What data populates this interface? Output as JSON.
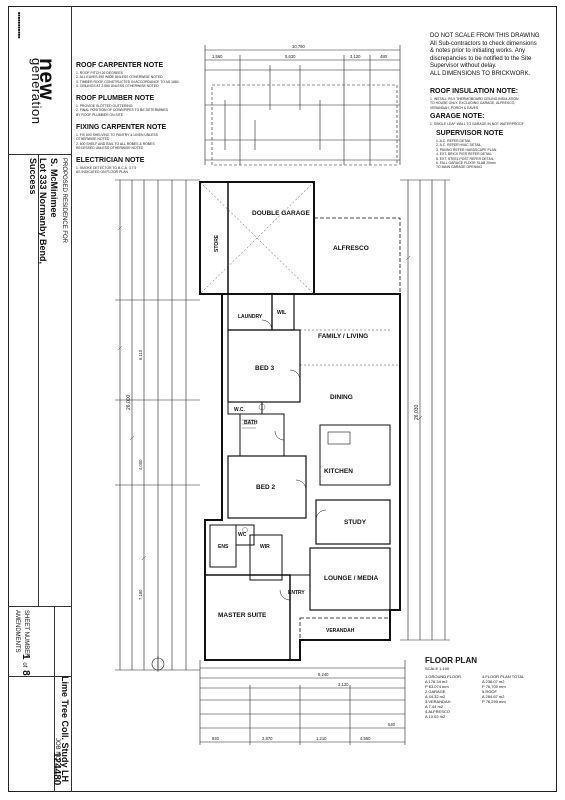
{
  "notice": {
    "lines": [
      "DO NOT SCALE FROM THIS DRAWING",
      "All Sub-contractors to check dimensions",
      "& notes prior to initiating works. Any",
      "discrepancies to be notified to the Site",
      "Supervisor without delay.",
      "ALL DIMENSIONS TO BRICKWORK."
    ]
  },
  "brand": {
    "name": "new",
    "tagline": "generation"
  },
  "project": {
    "residence_label": "PROPOSED RESIDENCE FOR",
    "client": "S. McMinimee",
    "lot": "Lot 333 Normanby Bend,",
    "suburb": "Success",
    "design": "Lime Tree Coll. Study LH",
    "sheet_label": "SHEET NUMBER",
    "sheet_no": "1",
    "sheet_of": "of",
    "sheet_total": "8",
    "job_label": "JOB NO.",
    "job_no": "124480"
  },
  "notes_left": [
    {
      "heading": "ROOF CARPENTER NOTE",
      "lines": [
        "1. ROOF PITCH 26 DEGREES",
        "2. ALL EAVES 450 WIDE UNLESS OTHERWISE NOTED",
        "3. TIMBER ROOF CONSTRUCTED IN ACCORDANCE TO AS 1684",
        "4. CEILINGS AT 2.550 UNLESS OTHERWISE NOTED"
      ]
    },
    {
      "heading": "ROOF PLUMBER NOTE",
      "lines": [
        "1. PROVIDE SLOTTED GUTTERING",
        "2. FINAL POSITION OF DOWNPIPES TO BE DETERMINED",
        "   BY ROOF PLUMBER ON SITE"
      ]
    },
    {
      "heading": "FIXING CARPENTER NOTE",
      "lines": [
        "1. FIX 600 SHELVING TO PANTRY & LINEN UNLESS",
        "   OTHERWISE NOTED",
        "2. 600 SHELF AND RAIL TO ALL ROBES & ROBES",
        "   RECESSED UNLESS OTHERWISE NOTED"
      ]
    },
    {
      "heading": "ELECTRICIAN NOTE",
      "lines": [
        "1. SMOKE DETECTOR TO B.C.A. 3.7.5",
        "   AS INDICATED ON FLOOR PLAN"
      ]
    }
  ],
  "notes_right": [
    {
      "heading": "ROOF INSULATION NOTE:",
      "lines": [
        "1. INSTALL R3.5 THERMOBOARD CEILING INSULATION",
        "   TO HOUSE ONLY. EXCLUDING GARAGE, ALFRESCO,",
        "   VERANDAH, PORCH & EAVES"
      ]
    },
    {
      "heading": "GARAGE NOTE:",
      "lines": [
        "1. SINGLE LEAF WALL TO GARAGE IN NOT WATERPROOF"
      ]
    },
    {
      "heading": "SUPERVISOR NOTE",
      "lines": [
        "1. A.C. REFER DETAIL",
        "2. A.C. REFER HVAC DETAIL",
        "3. PAVING REFER HARDSCAPE PLAN",
        "4. EXT. BRICK PIER REFER DETAIL",
        "5. EXT. STEEL POST REFER DETAIL",
        "6. FALL GARAGE FLOOR SLAB 20mm",
        "   TO MAIN GARAGE OPENING"
      ]
    }
  ],
  "rooms": {
    "garage": "DOUBLE GARAGE",
    "store": "STORE",
    "alfresco": "ALFRESCO",
    "laundry": "LAUNDRY",
    "wil": "WIL",
    "family": "FAMILY / LIVING",
    "bed3": "BED 3",
    "dining": "DINING",
    "wc": "W.C.",
    "bath": "BATH",
    "kitchen": "KITCHEN",
    "bed2": "BED 2",
    "study": "STUDY",
    "ens": "ENS",
    "wc2": "WC",
    "wir": "WIR",
    "lounge": "LOUNGE / MEDIA",
    "entry": "ENTRY",
    "master": "MASTER SUITE",
    "verandah": "VERANDAH"
  },
  "dims": {
    "top_total": "10,790",
    "top_a": "1,560",
    "top_b": "5,630",
    "top_c": "3,120",
    "top_d": "480",
    "left_total": "26,000",
    "right_total": "26,030",
    "left_a": "6,110",
    "left_b": "4,000",
    "left_c": "7,180",
    "bottom_total": "6,240",
    "bottom_a": "3,120",
    "bottom_b": "4,550",
    "bottom_c": "2,870",
    "bottom_d": "1,210",
    "bottom_e": "840",
    "bottom_f": "540"
  },
  "floor_plan": {
    "title": "FLOOR PLAN",
    "scale": "SCALE 1:100",
    "areas": [
      {
        "label": "1.GROUND FLOOR",
        "value": "A  176.34 m2",
        "value2": "P  63.074 mm"
      },
      {
        "label": "2.GARAGE",
        "value": "A  44.32 m2"
      },
      {
        "label": "3.VERANDAH",
        "value": "A  7.44 m2"
      },
      {
        "label": "4.ALFRESCO",
        "value": "A  10.02 m2"
      }
    ],
    "totals": [
      {
        "label": "4.FLOOR PLAN TOTAL",
        "value": "A  238.07 m2",
        "value2": "P  76,700 mm"
      },
      {
        "label": "5.ROOF",
        "value": "A  284.67 m2",
        "value2": "P  76,290 mm"
      }
    ]
  },
  "amendments_label": "AMENDMENTS"
}
